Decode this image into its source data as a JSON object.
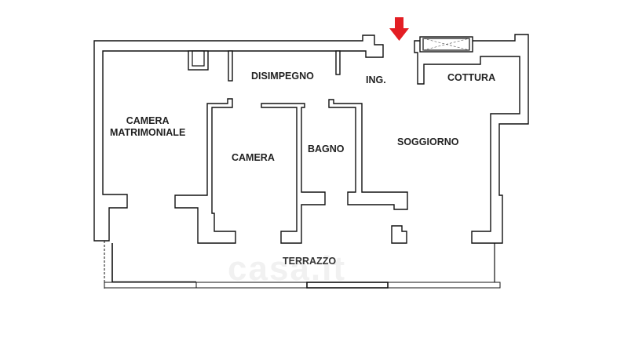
{
  "plan": {
    "rooms": {
      "disimpegno": "DISIMPEGNO",
      "ingresso": "ING.",
      "cottura": "COTTURA",
      "camera_matrimoniale_line1": "CAMERA",
      "camera_matrimoniale_line2": "MATRIMONIALE",
      "camera": "CAMERA",
      "bagno": "BAGNO",
      "soggiorno": "SOGGIORNO",
      "terrazzo": "TERRAZZO"
    },
    "entrance_arrow_color": "#e31e24",
    "watermark": "casa.it"
  }
}
